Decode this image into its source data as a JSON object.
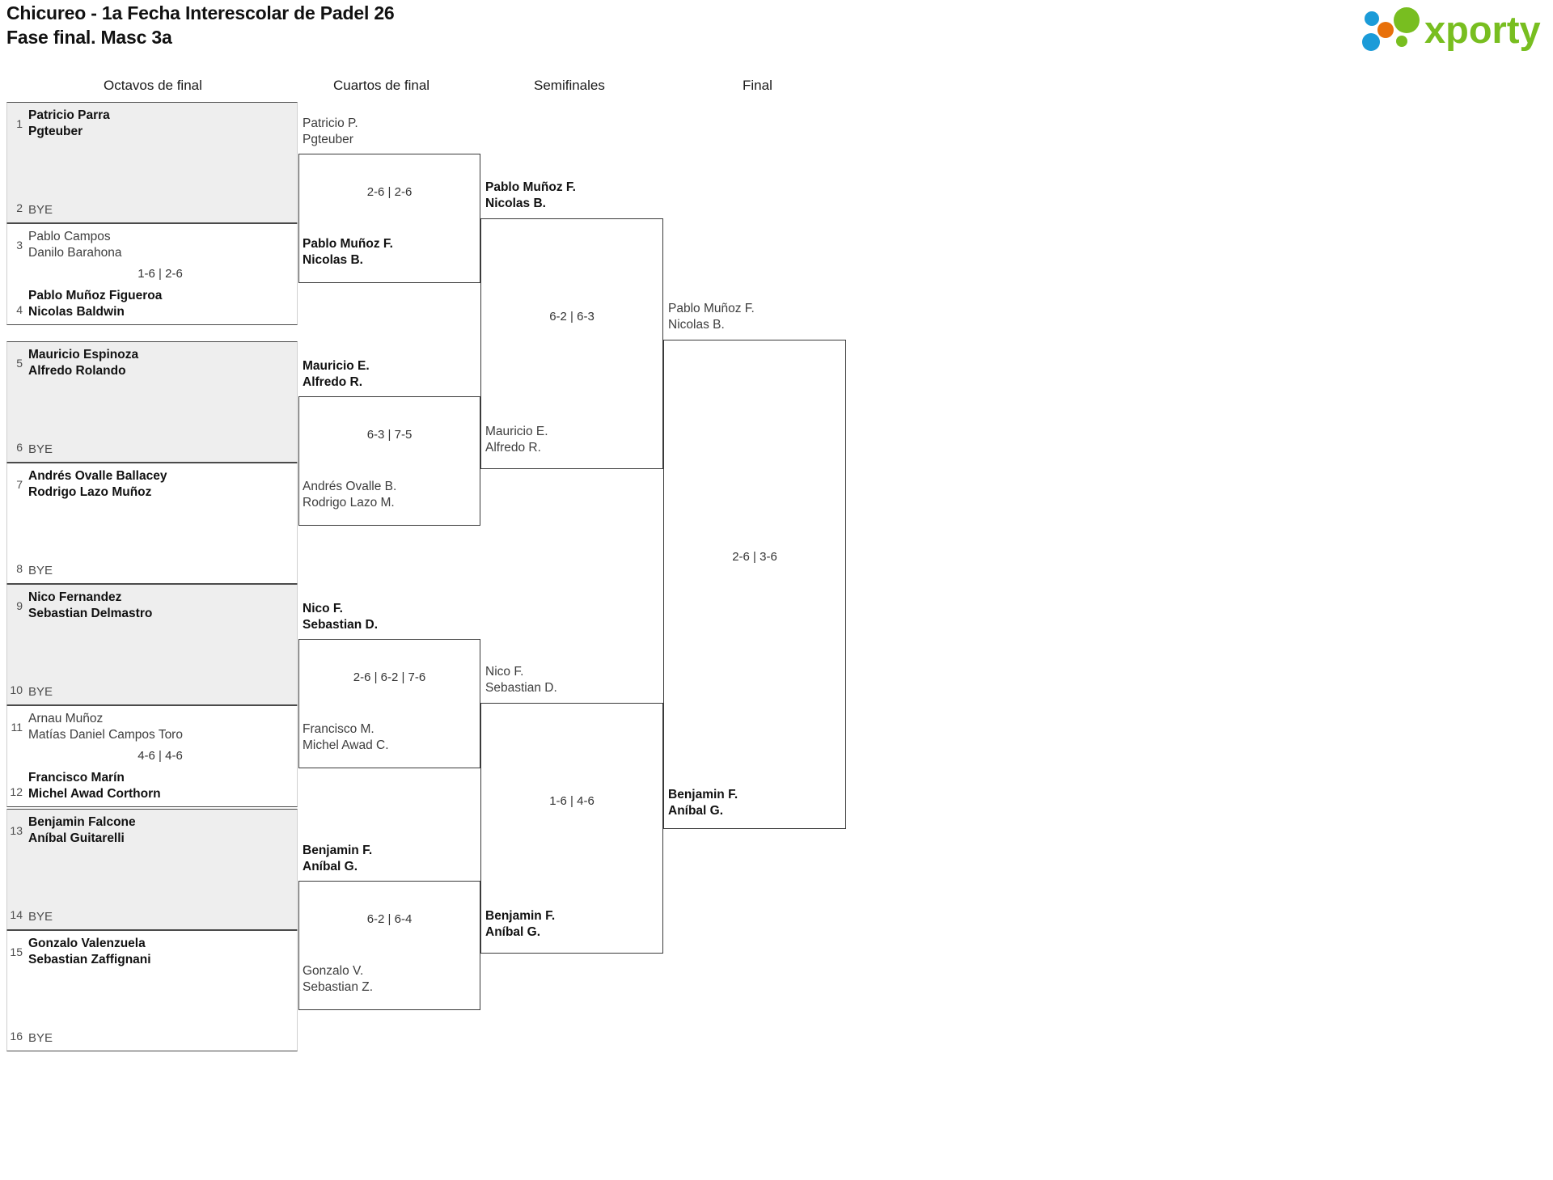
{
  "header": {
    "title_line1": "Chicureo - 1a Fecha Interescolar de Padel 26",
    "title_line2": "Fase final. Masc 3a",
    "logo_text": "xporty",
    "logo_colors": {
      "green": "#78BE20",
      "blue": "#1B9BD8",
      "orange": "#E8700A"
    }
  },
  "rounds": [
    {
      "id": "r1",
      "label": "Octavos de final"
    },
    {
      "id": "r2",
      "label": "Cuartos de final"
    },
    {
      "id": "r3",
      "label": "Semifinales"
    },
    {
      "id": "r4",
      "label": "Final"
    }
  ],
  "round1": {
    "matches": [
      {
        "score": "",
        "top": {
          "seed": "1",
          "line1": "Patricio Parra",
          "line2": "Pgteuber",
          "status": "winner",
          "bye": false
        },
        "bottom": {
          "seed": "2",
          "line1": "BYE",
          "line2": "",
          "status": "bye",
          "bye": true
        }
      },
      {
        "score": "1-6 | 2-6",
        "top": {
          "seed": "3",
          "line1": "Pablo Campos",
          "line2": "Danilo Barahona",
          "status": "loser",
          "bye": false
        },
        "bottom": {
          "seed": "4",
          "line1": "Pablo Muñoz Figueroa",
          "line2": "Nicolas Baldwin",
          "status": "winner",
          "bye": false
        }
      },
      {
        "score": "",
        "top": {
          "seed": "5",
          "line1": "Mauricio Espinoza",
          "line2": "Alfredo Rolando",
          "status": "winner",
          "bye": false
        },
        "bottom": {
          "seed": "6",
          "line1": "BYE",
          "line2": "",
          "status": "bye",
          "bye": true
        }
      },
      {
        "score": "",
        "top": {
          "seed": "7",
          "line1": "Andrés Ovalle Ballacey",
          "line2": "Rodrigo Lazo Muñoz",
          "status": "winner",
          "bye": false
        },
        "bottom": {
          "seed": "8",
          "line1": "BYE",
          "line2": "",
          "status": "bye",
          "bye": true
        }
      },
      {
        "score": "",
        "top": {
          "seed": "9",
          "line1": "Nico Fernandez",
          "line2": "Sebastian Delmastro",
          "status": "winner",
          "bye": false
        },
        "bottom": {
          "seed": "10",
          "line1": "BYE",
          "line2": "",
          "status": "bye",
          "bye": true
        }
      },
      {
        "score": "4-6 | 4-6",
        "top": {
          "seed": "11",
          "line1": "Arnau Muñoz",
          "line2": "Matías Daniel Campos Toro",
          "status": "loser",
          "bye": false
        },
        "bottom": {
          "seed": "12",
          "line1": "Francisco Marín",
          "line2": "Michel Awad Corthorn",
          "status": "winner",
          "bye": false
        }
      },
      {
        "score": "",
        "top": {
          "seed": "13",
          "line1": "Benjamin Falcone",
          "line2": "Aníbal Guitarelli",
          "status": "winner",
          "bye": false
        },
        "bottom": {
          "seed": "14",
          "line1": "BYE",
          "line2": "",
          "status": "bye",
          "bye": true
        }
      },
      {
        "score": "",
        "top": {
          "seed": "15",
          "line1": "Gonzalo Valenzuela",
          "line2": "Sebastian Zaffignani",
          "status": "winner",
          "bye": false
        },
        "bottom": {
          "seed": "16",
          "line1": "BYE",
          "line2": "",
          "status": "bye",
          "bye": true
        }
      }
    ]
  },
  "round2": {
    "matches": [
      {
        "score": "2-6 | 2-6",
        "top": {
          "line1": "Patricio P.",
          "line2": "Pgteuber",
          "status": "loser"
        },
        "bottom": {
          "line1": "Pablo Muñoz F.",
          "line2": "Nicolas B.",
          "status": "winner"
        }
      },
      {
        "score": "6-3 | 7-5",
        "top": {
          "line1": "Mauricio E.",
          "line2": "Alfredo R.",
          "status": "winner"
        },
        "bottom": {
          "line1": "Andrés Ovalle B.",
          "line2": "Rodrigo Lazo M.",
          "status": "loser"
        }
      },
      {
        "score": "2-6 | 6-2 | 7-6",
        "top": {
          "line1": "Nico F.",
          "line2": "Sebastian D.",
          "status": "winner"
        },
        "bottom": {
          "line1": "Francisco M.",
          "line2": "Michel Awad C.",
          "status": "loser"
        }
      },
      {
        "score": "6-2 | 6-4",
        "top": {
          "line1": "Benjamin F.",
          "line2": "Aníbal G.",
          "status": "winner"
        },
        "bottom": {
          "line1": "Gonzalo V.",
          "line2": "Sebastian Z.",
          "status": "loser"
        }
      }
    ]
  },
  "round3": {
    "matches": [
      {
        "score": "6-2 | 6-3",
        "top": {
          "line1": "Pablo Muñoz F.",
          "line2": "Nicolas B.",
          "status": "winner"
        },
        "bottom": {
          "line1": "Mauricio E.",
          "line2": "Alfredo R.",
          "status": "loser"
        }
      },
      {
        "score": "1-6 | 4-6",
        "top": {
          "line1": "Nico F.",
          "line2": "Sebastian D.",
          "status": "loser"
        },
        "bottom": {
          "line1": "Benjamin F.",
          "line2": "Aníbal G.",
          "status": "winner"
        }
      }
    ]
  },
  "round4": {
    "matches": [
      {
        "score": "2-6 | 3-6",
        "top": {
          "line1": "Pablo Muñoz F.",
          "line2": "Nicolas B.",
          "status": "loser"
        },
        "bottom": {
          "line1": "Benjamin F.",
          "line2": "Aníbal G.",
          "status": "winner"
        }
      }
    ]
  }
}
